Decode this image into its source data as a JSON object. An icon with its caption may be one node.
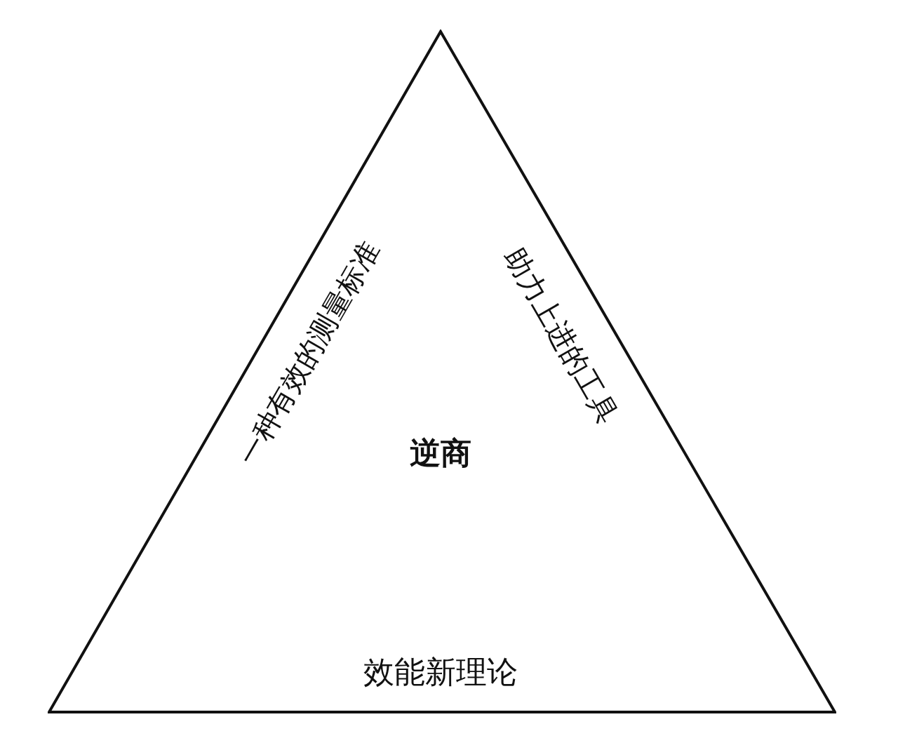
{
  "diagram": {
    "nodes": [
      {
        "text": [
          "逆商",
          "一种有效的测量标准",
          "助力上进的工具",
          "效能新理论"
        ]
      }
    ]
  }
}
